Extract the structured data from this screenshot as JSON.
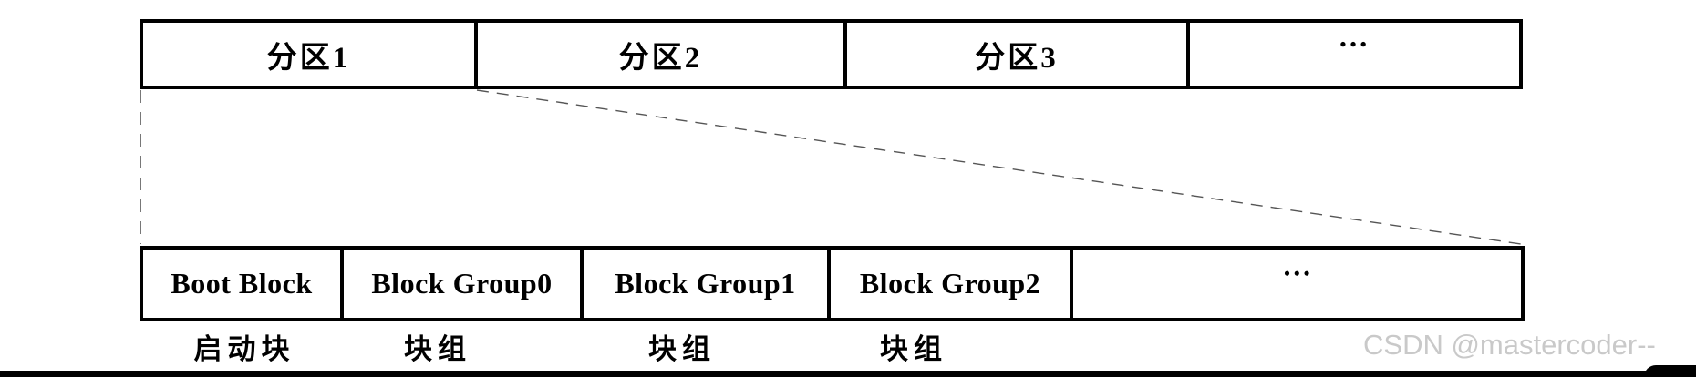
{
  "partition_row": {
    "cells": [
      "分区1",
      "分区2",
      "分区3",
      "…"
    ]
  },
  "block_row": {
    "cells": [
      "Boot Block",
      "Block Group0",
      "Block Group1",
      "Block Group2",
      "…"
    ]
  },
  "captions": [
    "启动块",
    "块组",
    "块组",
    "块组"
  ],
  "watermark": "CSDN @mastercoder--",
  "colors": {
    "background": "#ffffff",
    "box_border": "#000000",
    "text": "#000000",
    "dashed_connector": "#555555",
    "watermark_text": "#c9c9c9",
    "bottom_bar": "#000000"
  }
}
